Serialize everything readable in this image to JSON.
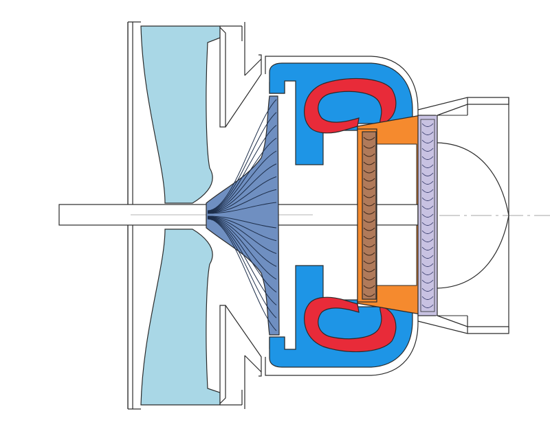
{
  "diagram": {
    "colors": {
      "inlet_fluid": "#a9d7e6",
      "compressor_wheel": "#6f8fc1",
      "combustor_casing": "#1e95e6",
      "combustion_flame": "#e82b39",
      "turbine_nozzle": "#f58a2e",
      "turbine_rotor": "#b07a5a",
      "exhaust_stator": "#c8c2e2",
      "outline": "#2a2a2a",
      "shaft": "#ffffff",
      "background": "#ffffff"
    },
    "components": [
      "inlet-duct",
      "shaft",
      "compressor-impeller",
      "combustion-chamber",
      "turbine-rotor",
      "turbine-nozzle",
      "exhaust-guide-vanes",
      "exhaust-cone"
    ]
  }
}
